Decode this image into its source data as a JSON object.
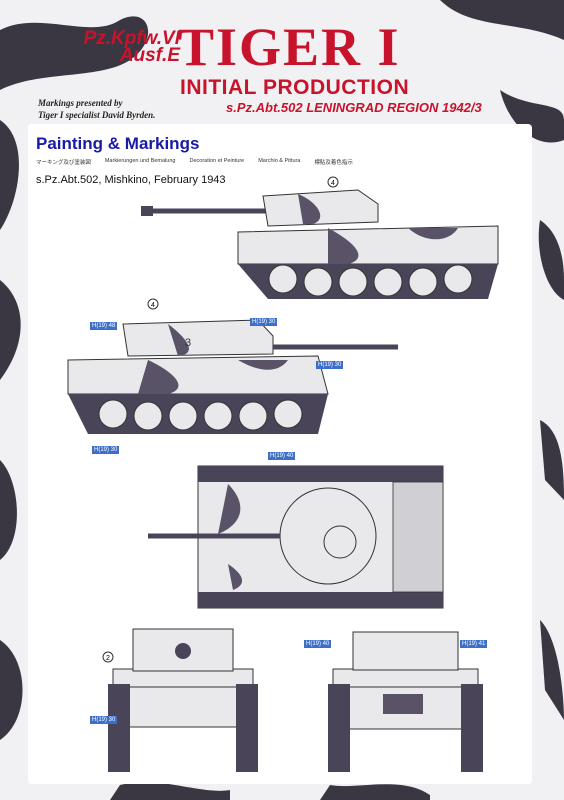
{
  "header": {
    "model_line1": "Pz.Kpfw.VI",
    "model_line2": "Ausf.E",
    "title": "TIGER I",
    "subtitle": "INITIAL PRODUCTION",
    "unit_region": "s.Pz.Abt.502 LENINGRAD REGION 1942/3",
    "credit_line1": "Markings presented by",
    "credit_line2": "Tiger I specialist David Byrden."
  },
  "panel": {
    "title": "Painting & Markings",
    "languages": [
      "マーキング及び塗装図",
      "Markierungen und Bemalung",
      "Decoration et Peinture",
      "Marchio & Pittura",
      "標貼及着色指示"
    ],
    "caption": "s.Pz.Abt.502, Mishkino, February 1943"
  },
  "callouts": {
    "right_view": "4",
    "left_view": "4",
    "turret_number": "3",
    "front_view": "2"
  },
  "marking_labels": [
    "H(19) 48",
    "H(19) 30",
    "H(19) 30",
    "H(19) 30",
    "H(19) 40",
    "H(19) 40",
    "H(19) 41",
    "H(19) 30"
  ],
  "colors": {
    "title_red": "#c7132b",
    "heading_blue": "#1a1aa8",
    "camo_dark": "#3a3742",
    "hull_white": "#e9e9ec",
    "tank_dark": "#4a4458"
  }
}
